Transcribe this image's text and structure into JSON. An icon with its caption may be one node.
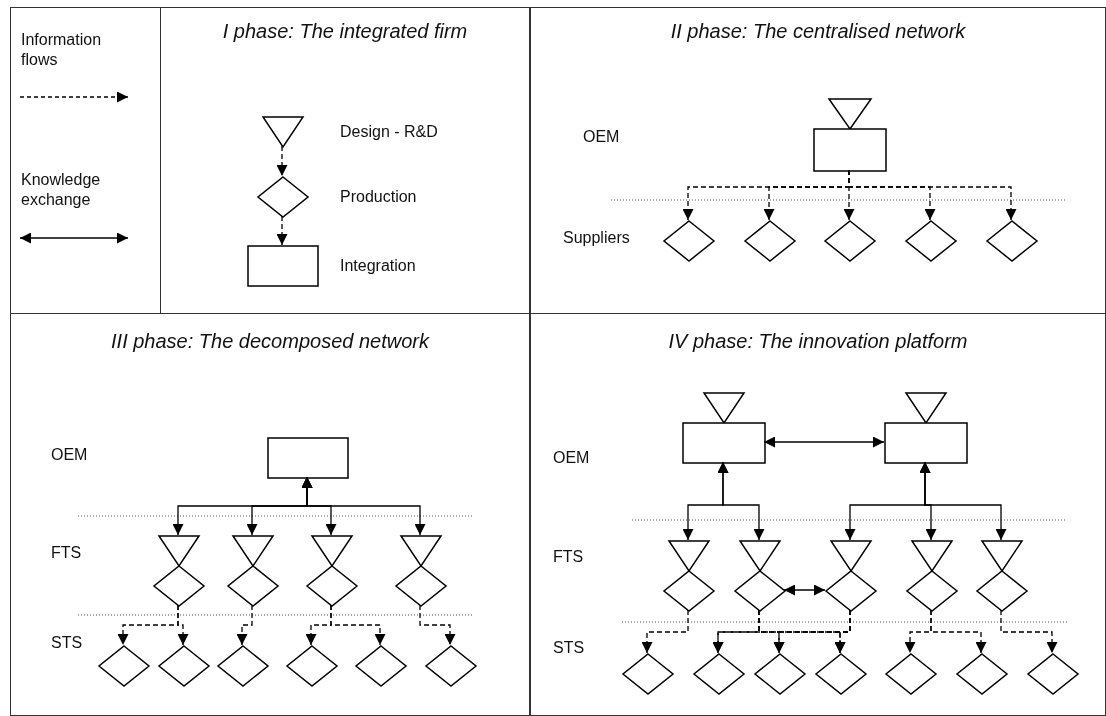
{
  "diagram": {
    "nodes": [
      {
        "text": [
          "I phase: The integrated firm"
        ]
      },
      {
        "text": [],
        "shape": "triangle",
        "in": 0,
        "beside": [
          "Design - R&D"
        ]
      },
      {
        "text": [],
        "shape": "diamond",
        "in": 0,
        "beside": [
          "Production"
        ]
      },
      {
        "text": [],
        "shape": "box",
        "in": 0,
        "beside": [
          "Integration"
        ]
      },
      {
        "text": [
          "II phase: The centralised network"
        ]
      },
      {
        "text": [],
        "shape": "triangle",
        "in": 4
      },
      {
        "text": [],
        "shape": "box",
        "in": 4
      },
      {
        "text": [],
        "shape": "diamond",
        "in": 4
      },
      {
        "text": [],
        "shape": "diamond",
        "in": 4
      },
      {
        "text": [],
        "shape": "diamond",
        "in": 4
      },
      {
        "text": [],
        "shape": "diamond",
        "in": 4
      },
      {
        "text": [],
        "shape": "diamond",
        "in": 4
      },
      {
        "text": [
          "III phase: The decomposed network"
        ]
      },
      {
        "text": [],
        "shape": "box",
        "in": 12
      },
      {
        "text": [],
        "shape": "triangle",
        "in": 12
      },
      {
        "text": [],
        "shape": "triangle",
        "in": 12
      },
      {
        "text": [],
        "shape": "triangle",
        "in": 12
      },
      {
        "text": [],
        "shape": "triangle",
        "in": 12
      },
      {
        "text": [],
        "shape": "diamond",
        "in": 12
      },
      {
        "text": [],
        "shape": "diamond",
        "in": 12
      },
      {
        "text": [],
        "shape": "diamond",
        "in": 12
      },
      {
        "text": [],
        "shape": "diamond",
        "in": 12
      },
      {
        "text": [],
        "shape": "diamond",
        "in": 12
      },
      {
        "text": [],
        "shape": "diamond",
        "in": 12
      },
      {
        "text": [],
        "shape": "diamond",
        "in": 12
      },
      {
        "text": [],
        "shape": "diamond",
        "in": 12
      },
      {
        "text": [],
        "shape": "diamond",
        "in": 12
      },
      {
        "text": [],
        "shape": "diamond",
        "in": 12
      },
      {
        "text": [
          "IV phase: The innovation platform"
        ]
      },
      {
        "text": [],
        "shape": "triangle",
        "in": 28
      },
      {
        "text": [],
        "shape": "triangle",
        "in": 28
      },
      {
        "text": [],
        "shape": "box",
        "in": 28
      },
      {
        "text": [],
        "shape": "box",
        "in": 28
      },
      {
        "text": [],
        "shape": "triangle",
        "in": 28
      },
      {
        "text": [],
        "shape": "triangle",
        "in": 28
      },
      {
        "text": [],
        "shape": "triangle",
        "in": 28
      },
      {
        "text": [],
        "shape": "triangle",
        "in": 28
      },
      {
        "text": [],
        "shape": "triangle",
        "in": 28
      },
      {
        "text": [],
        "shape": "diamond",
        "in": 28
      },
      {
        "text": [],
        "shape": "diamond",
        "in": 28
      },
      {
        "text": [],
        "shape": "diamond",
        "in": 28
      },
      {
        "text": [],
        "shape": "diamond",
        "in": 28
      },
      {
        "text": [],
        "shape": "diamond",
        "in": 28
      },
      {
        "text": [],
        "shape": "diamond",
        "in": 28
      },
      {
        "text": [],
        "shape": "diamond",
        "in": 28
      },
      {
        "text": [],
        "shape": "diamond",
        "in": 28
      },
      {
        "text": [],
        "shape": "diamond",
        "in": 28
      },
      {
        "text": [],
        "shape": "diamond",
        "in": 28
      },
      {
        "text": [],
        "shape": "diamond",
        "in": 28
      },
      {
        "text": [],
        "shape": "diamond",
        "in": 28
      }
    ],
    "edges": [
      {
        "from": 1,
        "to": 2,
        "arrow": "to",
        "style": "dashed"
      },
      {
        "from": 2,
        "to": 3,
        "arrow": "to",
        "style": "dashed"
      },
      {
        "from": 6,
        "to": 7,
        "arrow": "to",
        "style": "dashed"
      },
      {
        "from": 6,
        "to": 8,
        "arrow": "to",
        "style": "dashed"
      },
      {
        "from": 6,
        "to": 9,
        "arrow": "to",
        "style": "dashed"
      },
      {
        "from": 6,
        "to": 10,
        "arrow": "to",
        "style": "dashed"
      },
      {
        "from": 6,
        "to": 11,
        "arrow": "to",
        "style": "dashed"
      },
      {
        "from": 13,
        "to": 14,
        "arrow": "both"
      },
      {
        "from": 13,
        "to": 15,
        "arrow": "both"
      },
      {
        "from": 13,
        "to": 16,
        "arrow": "both"
      },
      {
        "from": 13,
        "to": 17,
        "arrow": "both"
      },
      {
        "from": 18,
        "to": 22,
        "arrow": "to",
        "style": "dashed"
      },
      {
        "from": 18,
        "to": 23,
        "arrow": "to",
        "style": "dashed"
      },
      {
        "from": 19,
        "to": 24,
        "arrow": "to",
        "style": "dashed"
      },
      {
        "from": 20,
        "to": 25,
        "arrow": "to",
        "style": "dashed"
      },
      {
        "from": 20,
        "to": 26,
        "arrow": "to",
        "style": "dashed"
      },
      {
        "from": 21,
        "to": 27,
        "arrow": "to",
        "style": "dashed"
      },
      {
        "from": 31,
        "to": 32,
        "arrow": "both"
      },
      {
        "from": 31,
        "to": 33,
        "arrow": "both"
      },
      {
        "from": 31,
        "to": 34,
        "arrow": "both"
      },
      {
        "from": 32,
        "to": 35,
        "arrow": "both"
      },
      {
        "from": 32,
        "to": 36,
        "arrow": "both"
      },
      {
        "from": 32,
        "to": 37,
        "arrow": "both"
      },
      {
        "from": 39,
        "to": 40,
        "arrow": "both"
      },
      {
        "from": 38,
        "to": 43,
        "arrow": "to",
        "style": "dashed"
      },
      {
        "from": 39,
        "to": 44,
        "arrow": "to",
        "style": "dashed"
      },
      {
        "from": 39,
        "to": 45,
        "arrow": "to",
        "style": "dashed"
      },
      {
        "from": 39,
        "to": 46,
        "arrow": "to",
        "style": "dashed"
      },
      {
        "from": 40,
        "to": 44,
        "arrow": "to",
        "style": "dashed"
      },
      {
        "from": 40,
        "to": 45,
        "arrow": "to",
        "style": "dashed"
      },
      {
        "from": 40,
        "to": 46,
        "arrow": "to",
        "style": "dashed"
      },
      {
        "from": 41,
        "to": 47,
        "arrow": "to",
        "style": "dashed"
      },
      {
        "from": 41,
        "to": 48,
        "arrow": "to",
        "style": "dashed"
      },
      {
        "from": 42,
        "to": 49,
        "arrow": "to",
        "style": "dashed"
      }
    ],
    "labels": [
      "OEM",
      "Suppliers",
      "OEM",
      "FTS",
      "STS",
      "OEM",
      "FTS",
      "STS"
    ],
    "legend": [
      {
        "text": "Information flows"
      },
      {
        "text": "Knowledge exchange"
      }
    ]
  }
}
